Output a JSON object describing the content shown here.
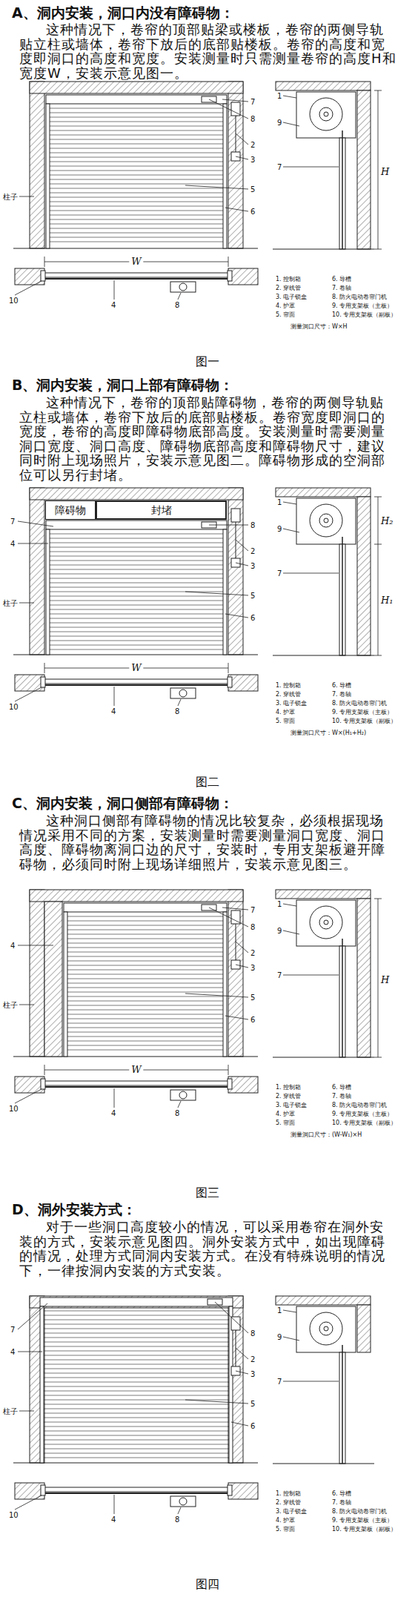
{
  "diagram": {
    "nodes": [
      {
        "text": [
          "障碍物"
        ]
      },
      {
        "text": [
          "封堵"
        ]
      }
    ],
    "labels": [
      "A、洞内安装，洞口内没有障碍物：",
      "这种情况下，卷帘的顶部贴梁或楼板，卷帘的两侧导轨贴立柱或墙体，卷帘下放后的底部贴楼板。卷帘的高度和宽度即洞口的高度和宽度。安装测量时只需测量卷帘的高度H和宽度W，安装示意见图一。",
      "7",
      "8",
      "2",
      "3",
      "5",
      "6",
      "柱子",
      "W",
      "10",
      "4",
      "8",
      "1",
      "9",
      "7",
      "H",
      "1. 控制箱",
      "6. 导槽",
      "2. 穿线管",
      "7. 卷轴",
      "3. 电子锁盒",
      "8. 防火电动卷帘门机",
      "4. 护罩",
      "9. 专用支架板（主板）",
      "5. 帘面",
      "10. 专用支架板（副板）",
      "测量洞口尺寸：W×H",
      "图一",
      "B、洞内安装，洞口上部有障碍物：",
      "这种情况下，卷帘的顶部贴障碍物，卷帘的两侧导轨贴立柱或墙体，卷帘下放后的底部贴楼板。卷帘宽度即洞口的宽度，卷帘的高度即障碍物底部高度。安装测量时需要测量洞口宽度、洞口高度、障碍物底部高度和障碍物尺寸，建议同时附上现场照片，安装示意见图二。障碍物形成的空洞部位可以另行封堵。",
      "7",
      "4",
      "8",
      "2",
      "3",
      "5",
      "6",
      "柱子",
      "W",
      "10",
      "4",
      "8",
      "1",
      "9",
      "7",
      "H₂",
      "H₁",
      "1. 控制箱",
      "6. 导槽",
      "2. 穿线管",
      "7. 卷轴",
      "3. 电子锁盒",
      "8. 防火电动卷帘门机",
      "4. 护罩",
      "9. 专用支架板（主板）",
      "5. 帘面",
      "10. 专用支架板（副板）",
      "测量洞口尺寸：W×(H₁+H₂)",
      "图二",
      "C、洞内安装，洞口侧部有障碍物：",
      "这种洞口侧部有障碍物的情况比较复杂，必须根据现场情况采用不同的方案，安装测量时需要测量洞口宽度、洞口高度、障碍物离洞口边的尺寸，安装时，专用支架板避开障碍物，必须同时附上现场详细照片，安装示意见图三。",
      "4",
      "7",
      "8",
      "2",
      "3",
      "5",
      "6",
      "柱子",
      "W",
      "10",
      "4",
      "8",
      "1",
      "9",
      "7",
      "H",
      "1. 控制箱",
      "6. 导槽",
      "2. 穿线管",
      "7. 卷轴",
      "3. 电子锁盒",
      "8. 防火电动卷帘门机",
      "4. 护罩",
      "9. 专用支架板（主板）",
      "5. 帘面",
      "10. 专用支架板（副板）",
      "测量洞口尺寸：(W-W₁)×H",
      "图三",
      "D、洞外安装方式：",
      "对于一些洞口高度较小的情况，可以采用卷帘在洞外安装的方式，安装示意见图四。洞外安装方式中，如出现障碍的情况，处理方式同洞内安装方式。在没有特殊说明的情况下，一律按洞内安装的方式安装。",
      "7",
      "4",
      "8",
      "2",
      "3",
      "5",
      "6",
      "柱子",
      "10",
      "4",
      "8",
      "1",
      "9",
      "7",
      "1. 控制箱",
      "6. 导槽",
      "2. 穿线管",
      "7. 卷轴",
      "3. 电子锁盒",
      "8. 防火电动卷帘门机",
      "4. 护罩",
      "9. 专用支架板（主板）",
      "5. 帘面",
      "10. 专用支架板（副板）",
      "图四"
    ]
  }
}
